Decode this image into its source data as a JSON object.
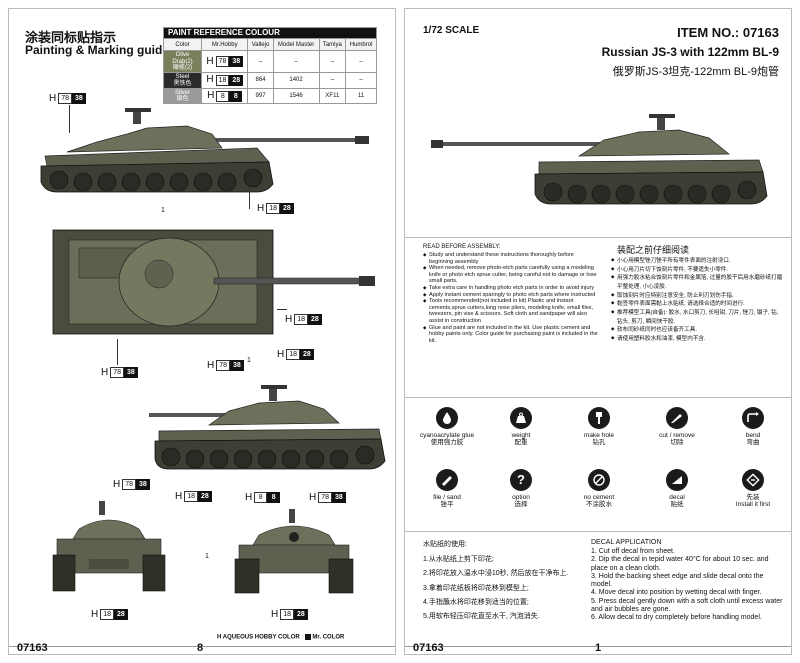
{
  "left_page": {
    "header_cn": "涂装同标贴指示",
    "header_en": "Painting & Marking guide",
    "ref_table": {
      "title": "PAINT REFERENCE COLOUR",
      "headers": [
        "Color",
        "Mr.Hobby",
        "Vallejo",
        "Model Master",
        "Tamiya",
        "Humbrol"
      ],
      "rows": [
        {
          "color_en": "Olive Drab(2)",
          "color_cn": "橄榄(2)",
          "h": "78",
          "m": "38",
          "vallejo": "–",
          "model_master": "–",
          "tamiya": "–",
          "humbrol": "–",
          "swatch": "#7a7f5c"
        },
        {
          "color_en": "Steel",
          "color_cn": "黑铁色",
          "h": "18",
          "m": "28",
          "vallejo": "864",
          "model_master": "1402",
          "tamiya": "–",
          "humbrol": "–",
          "swatch": "#2b2b2b"
        },
        {
          "color_en": "Silver",
          "color_cn": "银色",
          "h": "8",
          "m": "8",
          "vallejo": "997",
          "model_master": "1546",
          "tamiya": "XF11",
          "humbrol": "11",
          "swatch": "#9a9a9a"
        }
      ]
    },
    "callouts": {
      "olive_h": "78",
      "olive_m": "38",
      "steel_h": "18",
      "steel_m": "28",
      "silver_h": "8",
      "silver_m": "8",
      "h_prefix": "H"
    },
    "num_1a": "1",
    "num_1b": "1",
    "num_1c": "1",
    "footer_left": "07163",
    "footer_page": "8",
    "legend_h": "H",
    "legend_h_text": "AQUEOUS HOBBY COLOR",
    "legend_m_text": "Mr. COLOR"
  },
  "right_page": {
    "scale": "1/72 SCALE",
    "item_no": "ITEM NO.: 07163",
    "title_en": "Russian JS-3 with 122mm BL-9",
    "title_cn": "俄罗斯JS-3坦克-122mm BL-9炮管",
    "read_before_en": "READ BEFORE ASSEMBLY:",
    "read_before_cn": "装配之前仔细阅读",
    "instructions_en": [
      "Study and understand these instructions thoroughly before beginning assembly",
      "When needed, remove photo-etch parts carefully using a modeling knife or photo etch sprue cutter, being careful not to damage or lose small parts.",
      "Take extra care in handling photo etch parts in order to avoid injury",
      "Apply instant cement sparingly to photo etch parts where instructed",
      "Tools recommended(not included in kit) Plastic and instant cements,sprue cutters,long nose pliers, modeling knife, small files, tweezers, pin vise & scissors. Soft cloth and sandpaper will also assist in construction",
      "Glue and paint are not included in the kit. Use plastic cement and hobby paints only. Color guide for purchasing paint is included in the kit."
    ],
    "instructions_cn": [
      "小心用模型锉刀锉平所有零件表面的注射浇口.",
      "小心用刀片切下蚀刻片零件, 不要遗失小零件.",
      "用强力胶水粘合蚀刻片零件和金属箔, 过量的胶干后用水磨砂纸打磨平整处理, 小心凌胶.",
      "取蚀刻片时应特别注意安全, 防止利刃划伤手指.",
      "黏签零件表面需黏上水贴纸, 请选择合适的时间进行.",
      "推荐模型工具(自备): 胶水, 水口剪刀, 长咀钳, 刀片, 锉刀, 镊子, 钻, 钻头, 剪刀, 瞬间快干胶.",
      "软布同砂纸同时也应该备齐工具.",
      "请使用塑料胶水和油漆, 模型内不含."
    ],
    "icons": [
      {
        "en": "cyanoacrylate glue",
        "cn": "使用强力胶",
        "icon": "glue-drop-icon"
      },
      {
        "en": "weight",
        "cn": "配重",
        "icon": "weight-icon"
      },
      {
        "en": "make hole",
        "cn": "钻孔",
        "icon": "drill-icon"
      },
      {
        "en": "cut / remove",
        "cn": "切除",
        "icon": "knife-icon"
      },
      {
        "en": "bend",
        "cn": "弯曲",
        "icon": "bend-icon"
      },
      {
        "en": "file / sand",
        "cn": "锉平",
        "icon": "file-icon"
      },
      {
        "en": "option",
        "cn": "选择",
        "icon": "question-icon"
      },
      {
        "en": "no cement",
        "cn": "不涂胶水",
        "icon": "no-cement-icon"
      },
      {
        "en": "decal",
        "cn": "贴纸",
        "icon": "decal-icon"
      },
      {
        "en": "Install it first",
        "cn": "先装",
        "icon": "install-first-icon"
      }
    ],
    "decal_title_cn": "水贴纸的使用:",
    "decal_steps_cn": [
      "1.从水贴纸上剪下印花;",
      "2.将印花放入温水中浸10秒, 然后放在干净布上.",
      "3.拿着印花纸板将印花移到模型上;",
      "4.手指蘸水将印花移到适当的位置;",
      "5.用软布轻压印花直至水干, 汽泡消失."
    ],
    "decal_title_en": "DECAL APPLICATION",
    "decal_steps_en": [
      "1. Cut off decal from sheet.",
      "2. Dip the decal in tepid water 40°C for about 10 sec. and place on a clean cloth.",
      "3. Hold the backing sheet edge and slide decal onto the model.",
      "4. Move decal into position by wetting decal with finger.",
      "5. Press decal gently down with a soft cloth until excess water and air bubbles are gone.",
      "6. Allow decal to dry completely before handling model."
    ],
    "footer_left": "07163",
    "footer_page": "1"
  }
}
